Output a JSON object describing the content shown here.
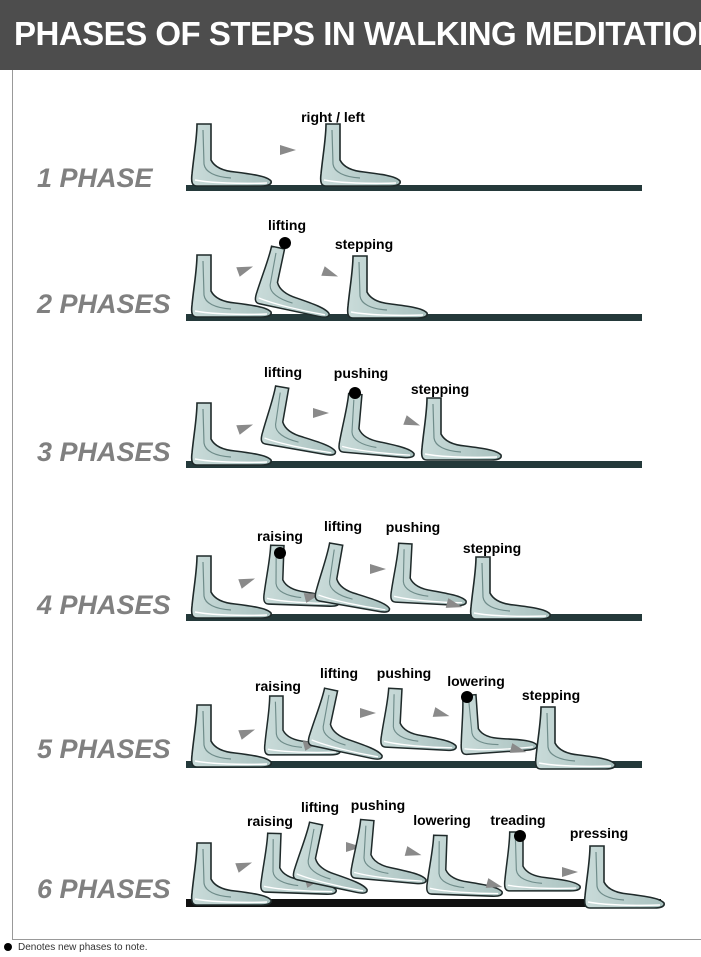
{
  "title": "PHASES OF STEPS IN WALKING MEDITATION",
  "footnote": "Denotes new phases to note.",
  "colors": {
    "title_bar": "#4d4d4d",
    "row_label": "#808080",
    "floor": "#24393a",
    "foot_fill": "#b9cfcd",
    "foot_stroke": "#1f2a2a",
    "arrow": "#8a8a8a",
    "marker": "#000000"
  },
  "icons": {
    "foot": "foot-icon",
    "arrow": "arrow-icon",
    "marker": "new-phase-dot-icon"
  },
  "rows": [
    {
      "label": "1 PHASE",
      "steps": [
        "right / left"
      ],
      "new_step": null
    },
    {
      "label": "2 PHASES",
      "steps": [
        "lifting",
        "stepping"
      ],
      "new_step": "lifting"
    },
    {
      "label": "3 PHASES",
      "steps": [
        "lifting",
        "pushing",
        "stepping"
      ],
      "new_step": "pushing"
    },
    {
      "label": "4 PHASES",
      "steps": [
        "raising",
        "lifting",
        "pushing",
        "stepping"
      ],
      "new_step": "raising"
    },
    {
      "label": "5 PHASES",
      "steps": [
        "raising",
        "lifting",
        "pushing",
        "lowering",
        "stepping"
      ],
      "new_step": "lowering"
    },
    {
      "label": "6 PHASES",
      "steps": [
        "raising",
        "lifting",
        "pushing",
        "lowering",
        "treading",
        "pressing"
      ],
      "new_step": "treading"
    }
  ]
}
